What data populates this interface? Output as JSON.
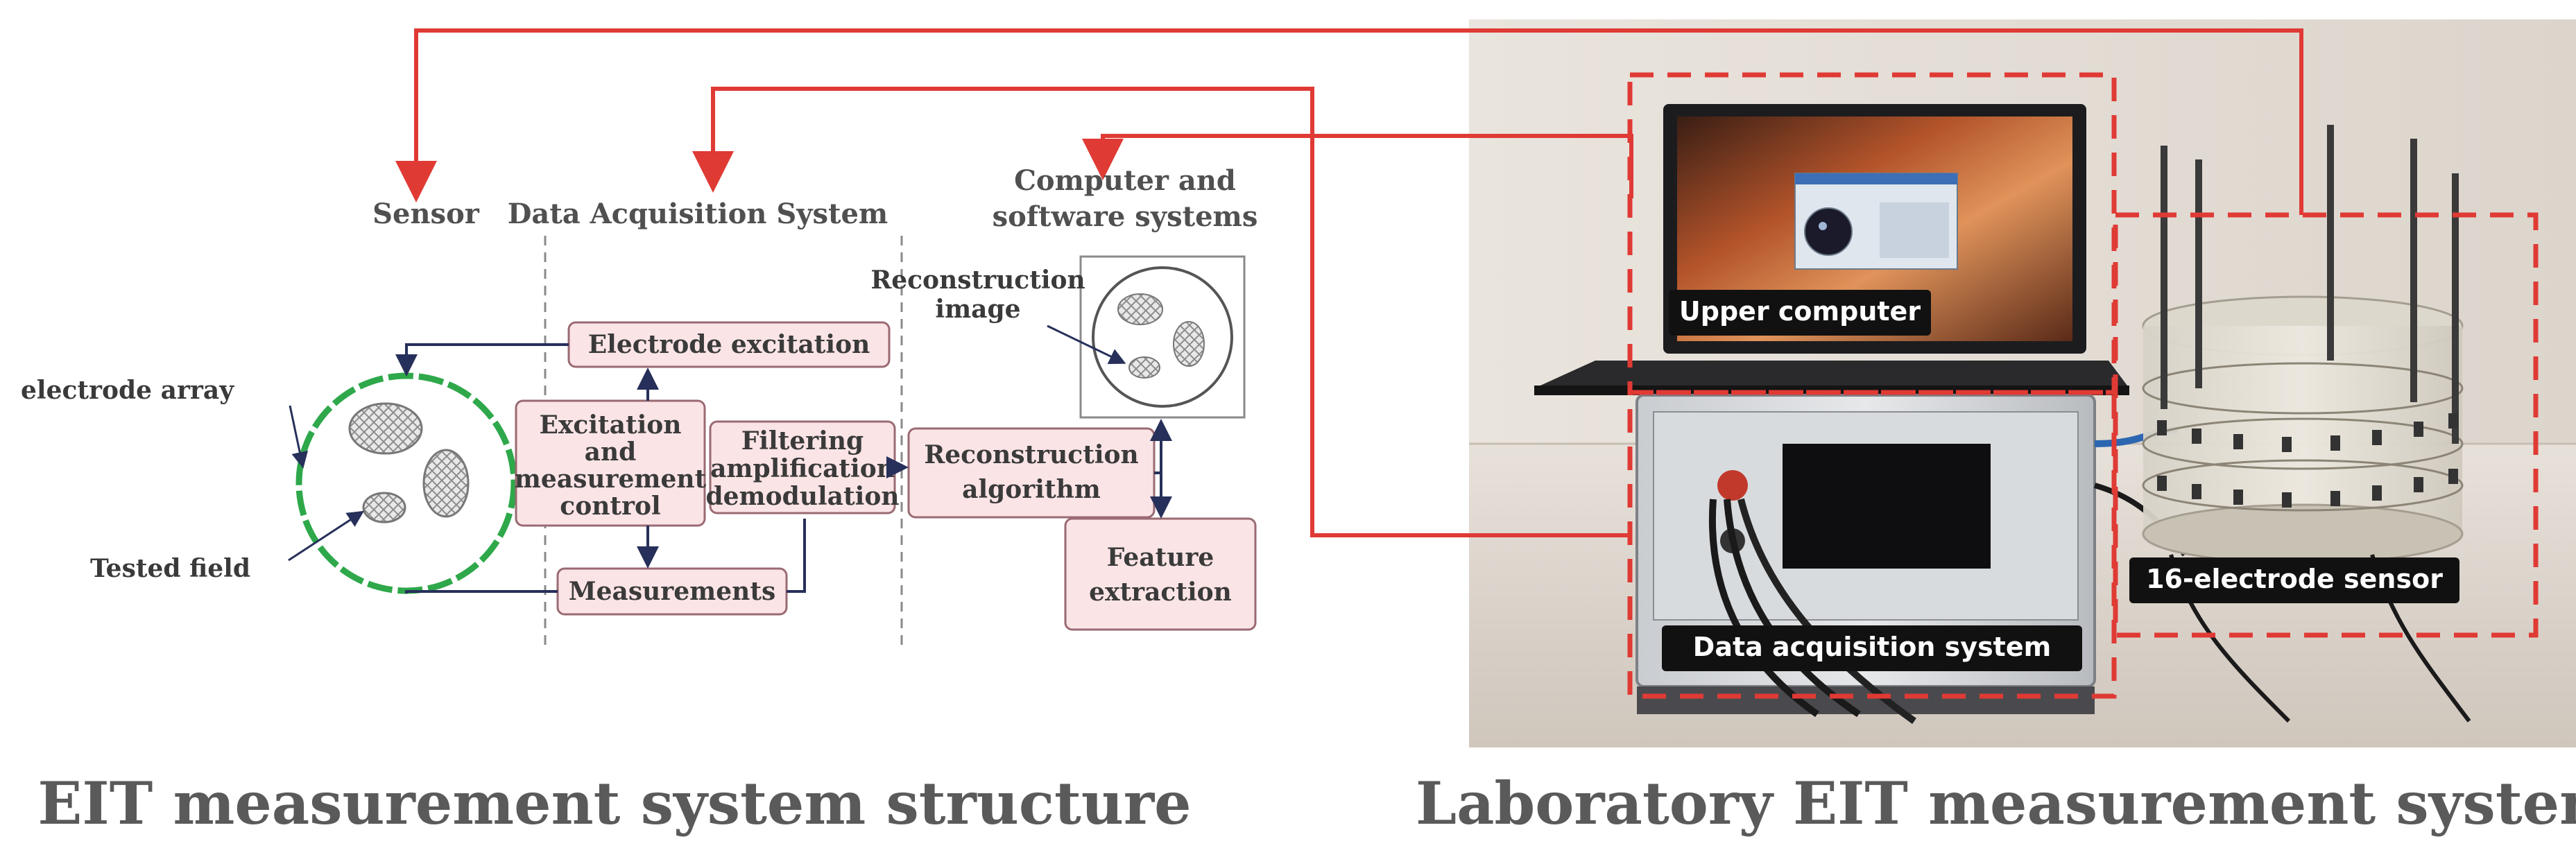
{
  "left_panel": {
    "caption": "EIT measurement system structure",
    "columns": {
      "sensor": "Sensor",
      "daq": "Data Acquisition System",
      "computer_line1": "Computer and",
      "computer_line2": "software systems"
    },
    "labels": {
      "electrode_array": "electrode array",
      "tested_field": "Tested field",
      "reconstruction_image_line1": "Reconstruction",
      "reconstruction_image_line2": "image"
    },
    "boxes": {
      "electrode_excitation": "Electrode excitation",
      "excitation_line1": "Excitation",
      "excitation_line2": "and",
      "excitation_line3": "measurement",
      "excitation_line4": "control",
      "filtering_line1": "Filtering",
      "filtering_line2": "amplification",
      "filtering_line3": "demodulation",
      "measurements": "Measurements",
      "reconstruction_line1": "Reconstruction",
      "reconstruction_line2": "algorithm",
      "feature_line1": "Feature",
      "feature_line2": "extraction"
    }
  },
  "right_panel": {
    "caption": "Laboratory EIT measurement system",
    "tags": {
      "upper_computer": "Upper computer",
      "data_acquisition": "Data acquisition system",
      "sensor_16": "16-electrode sensor"
    }
  },
  "colors": {
    "connector_red": "#e03a35",
    "box_fill": "#fbe4e6",
    "box_stroke": "#9a6a72",
    "electrode_ring": "#2ea84a",
    "navy_arrow": "#27305a",
    "tag_bg": "#111111",
    "caption": "#5a5a5a"
  }
}
